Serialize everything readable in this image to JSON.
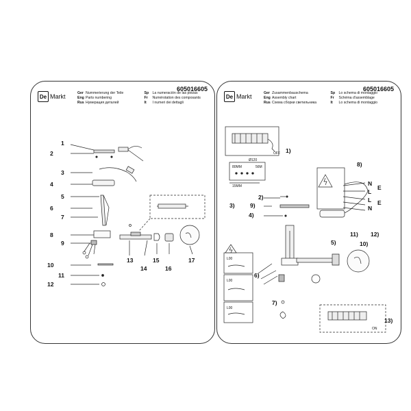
{
  "brand": {
    "logo_letters": "De",
    "logo_word": "Markt"
  },
  "product_code": "605016605",
  "left": {
    "titles": [
      [
        {
          "lang": "Ger",
          "text": "Nummerierung der Teile"
        },
        {
          "lang": "Sp",
          "text": "La numeración de las piezas"
        }
      ],
      [
        {
          "lang": "Eng",
          "text": "Parts numbering"
        },
        {
          "lang": "Fr",
          "text": "Numérotation des composants"
        }
      ],
      [
        {
          "lang": "Rus",
          "text": "Нумерация деталей"
        },
        {
          "lang": "It",
          "text": "I numeri dei dettagli"
        }
      ]
    ],
    "parts": [
      "1",
      "2",
      "3",
      "4",
      "5",
      "6",
      "7",
      "8",
      "9",
      "10",
      "11",
      "12",
      "13",
      "14",
      "15",
      "16",
      "17"
    ]
  },
  "right": {
    "titles": [
      [
        {
          "lang": "Ger",
          "text": "Zusammenbauschema"
        },
        {
          "lang": "Sp",
          "text": "Lo schema di montaggio"
        }
      ],
      [
        {
          "lang": "Eng",
          "text": "Assembly chart"
        },
        {
          "lang": "Fr",
          "text": "Schéma d'assemblage"
        }
      ],
      [
        {
          "lang": "Rus",
          "text": "Схема сборки светильника"
        },
        {
          "lang": "It",
          "text": "Lo schema di montaggio"
        }
      ]
    ],
    "steps": [
      "1)",
      "2)",
      "3)",
      "4)",
      "5)",
      "6)",
      "7)",
      "8)",
      "9)",
      "10)",
      "11)",
      "12)",
      "13)"
    ],
    "dims": {
      "diameter": "Ø120",
      "width1": "80MM",
      "width2": "15MM",
      "width3": "56M"
    },
    "wire_labels": [
      "N",
      "L",
      "E",
      "L",
      "N",
      "E"
    ],
    "off_label": "OFF",
    "on_label": "ON",
    "loo_labels": [
      "L00",
      "L00",
      "L00"
    ]
  }
}
